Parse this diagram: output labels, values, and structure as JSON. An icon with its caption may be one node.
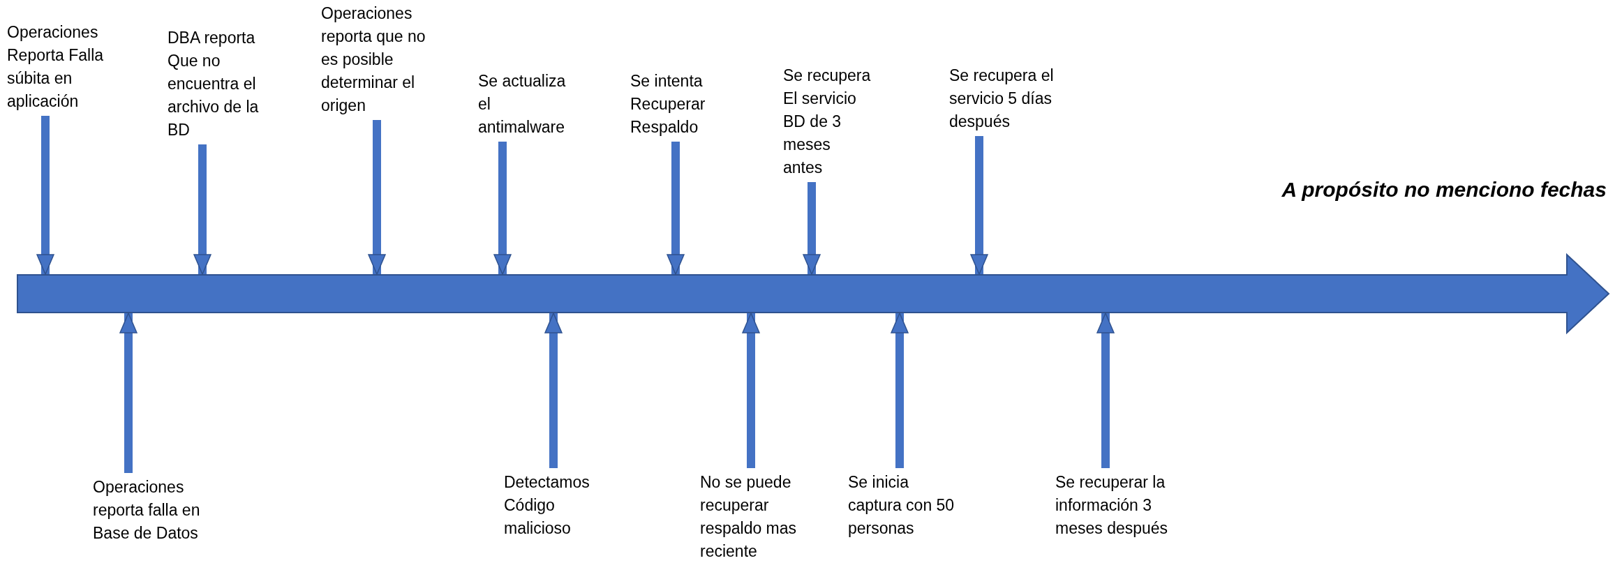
{
  "diagram": {
    "nodes": [
      {
        "text": [],
        "shape": "arrow"
      },
      {
        "text": [
          "Operaciones Reporta Falla súbita en aplicación"
        ]
      },
      {
        "text": [
          "DBA reporta Que no encuentra el archivo de la BD"
        ]
      },
      {
        "text": [
          "Operaciones reporta que no es posible determinar el origen"
        ]
      },
      {
        "text": [
          "Se actualiza el antimalware"
        ]
      },
      {
        "text": [
          "Se intenta Recuperar Respaldo"
        ]
      },
      {
        "text": [
          "Se recupera El servicio BD de 3 meses antes"
        ]
      },
      {
        "text": [
          "Se recupera el servicio 5 días después"
        ]
      },
      {
        "text": [
          "Operaciones reporta falla en Base de Datos"
        ]
      },
      {
        "text": [
          "Detectamos Código malicioso"
        ]
      },
      {
        "text": [
          "No se puede recuperar respaldo mas reciente"
        ]
      },
      {
        "text": [
          "Se inicia captura con 50 personas"
        ]
      },
      {
        "text": [
          "Se recuperar la información 3 meses después"
        ]
      }
    ],
    "edges": [
      {
        "from": 1,
        "to": 0,
        "arrow": "to"
      },
      {
        "from": 2,
        "to": 0,
        "arrow": "to"
      },
      {
        "from": 3,
        "to": 0,
        "arrow": "to"
      },
      {
        "from": 4,
        "to": 0,
        "arrow": "to"
      },
      {
        "from": 5,
        "to": 0,
        "arrow": "to"
      },
      {
        "from": 6,
        "to": 0,
        "arrow": "to"
      },
      {
        "from": 7,
        "to": 0,
        "arrow": "to"
      },
      {
        "from": 8,
        "to": 0,
        "arrow": "to"
      },
      {
        "from": 9,
        "to": 0,
        "arrow": "to"
      },
      {
        "from": 10,
        "to": 0,
        "arrow": "to"
      },
      {
        "from": 11,
        "to": 0,
        "arrow": "to"
      },
      {
        "from": 12,
        "to": 0,
        "arrow": "to"
      }
    ],
    "labels": [
      "A propósito no menciono fechas"
    ]
  }
}
